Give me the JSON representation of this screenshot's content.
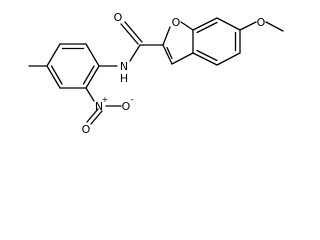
{
  "structure": {
    "atoms": {
      "carbonyl_oxygen": "O",
      "furan_oxygen": "O",
      "methoxy_oxygen": "O",
      "amide_nitrogen": "N",
      "amide_hydrogen": "H",
      "nitro_nitrogen": "N",
      "nitro_plus": "+",
      "nitro_oxygen_double": "O",
      "nitro_oxygen_single": "O",
      "nitro_minus": "-"
    },
    "colors": {
      "bond": "#000000",
      "text": "#000000",
      "background": "#ffffff"
    }
  }
}
